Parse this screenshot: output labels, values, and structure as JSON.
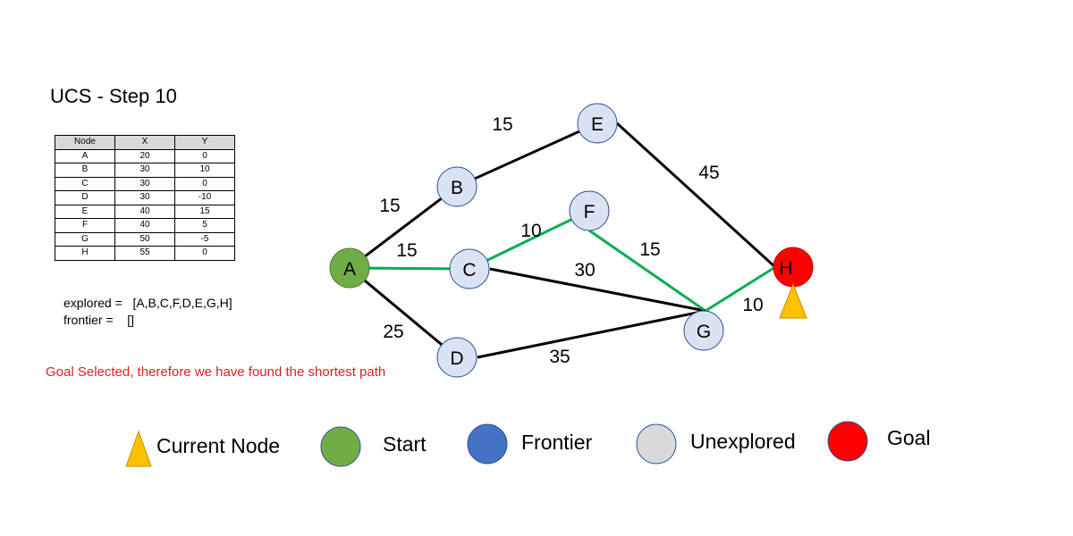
{
  "title": "UCS - Step 10",
  "table": {
    "headers": [
      "Node",
      "X",
      "Y"
    ],
    "rows": [
      [
        "A",
        "20",
        "0"
      ],
      [
        "B",
        "30",
        "10"
      ],
      [
        "C",
        "30",
        "0"
      ],
      [
        "D",
        "30",
        "-10"
      ],
      [
        "E",
        "40",
        "15"
      ],
      [
        "F",
        "40",
        "5"
      ],
      [
        "G",
        "50",
        "-5"
      ],
      [
        "H",
        "55",
        "0"
      ]
    ]
  },
  "state": {
    "explored": "explored =   [A,B,C,F,D,E,G,H]",
    "frontier": "frontier =    []"
  },
  "status_message": "Goal Selected, therefore we have found the shortest path",
  "graph": {
    "nodes": {
      "A": {
        "label": "A",
        "role": "start"
      },
      "B": {
        "label": "B",
        "role": "explored"
      },
      "C": {
        "label": "C",
        "role": "explored"
      },
      "D": {
        "label": "D",
        "role": "explored"
      },
      "E": {
        "label": "E",
        "role": "explored"
      },
      "F": {
        "label": "F",
        "role": "explored"
      },
      "G": {
        "label": "G",
        "role": "explored"
      },
      "H": {
        "label": "H",
        "role": "goal"
      }
    },
    "edges": [
      {
        "from": "A",
        "to": "B",
        "weight": "15",
        "on_path": false
      },
      {
        "from": "A",
        "to": "C",
        "weight": "15",
        "on_path": true
      },
      {
        "from": "A",
        "to": "D",
        "weight": "25",
        "on_path": false
      },
      {
        "from": "B",
        "to": "E",
        "weight": "15",
        "on_path": false
      },
      {
        "from": "C",
        "to": "F",
        "weight": "10",
        "on_path": true
      },
      {
        "from": "C",
        "to": "G",
        "weight": "30",
        "on_path": false
      },
      {
        "from": "F",
        "to": "G",
        "weight": "15",
        "on_path": true
      },
      {
        "from": "D",
        "to": "G",
        "weight": "35",
        "on_path": false
      },
      {
        "from": "E",
        "to": "H",
        "weight": "45",
        "on_path": false
      },
      {
        "from": "G",
        "to": "H",
        "weight": "10",
        "on_path": true
      }
    ],
    "current_node": "H"
  },
  "legend": [
    {
      "label": "Current Node",
      "shape": "triangle",
      "color": "#ffc000"
    },
    {
      "label": "Start",
      "shape": "circle",
      "color": "#70ad47"
    },
    {
      "label": "Frontier",
      "shape": "circle",
      "color": "#4472c4"
    },
    {
      "label": "Unexplored",
      "shape": "circle",
      "color": "#d9d9d9"
    },
    {
      "label": "Goal",
      "shape": "circle",
      "color": "#ff0000"
    }
  ],
  "colors": {
    "explored_fill": "#dae3f3",
    "explored_stroke": "#2f5597",
    "path_edge": "#00b050",
    "edge": "#000000"
  }
}
